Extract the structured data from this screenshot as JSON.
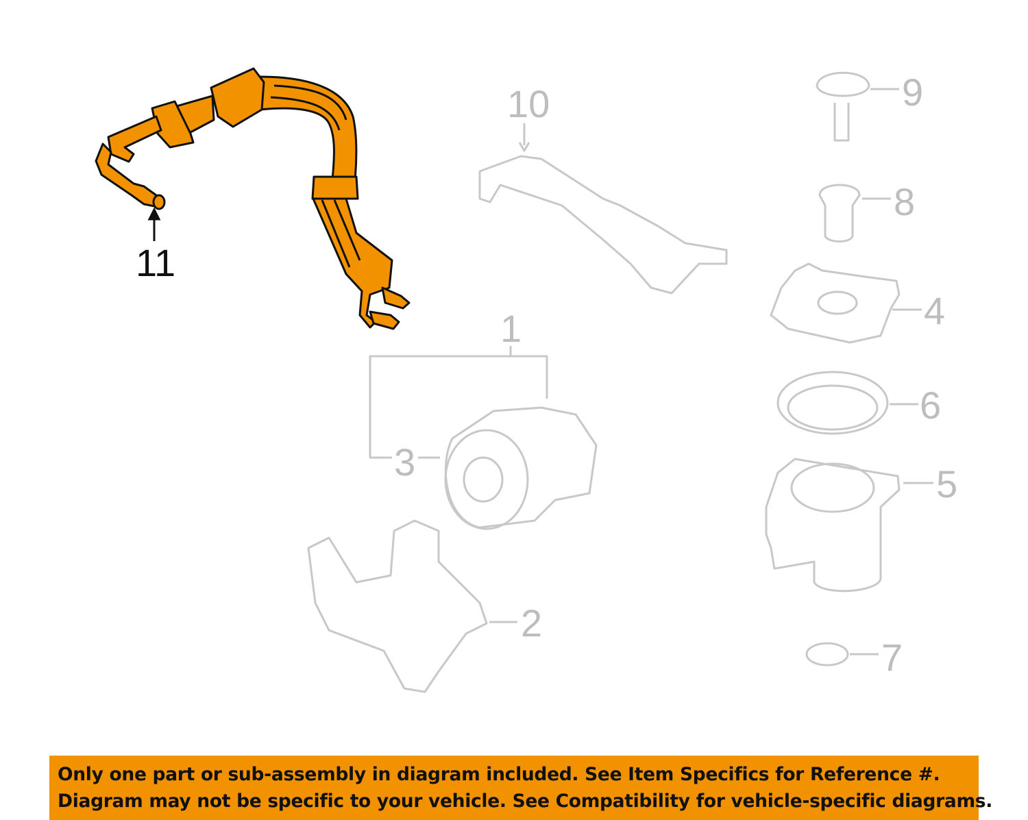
{
  "diagram": {
    "highlighted_part": "11",
    "callouts": [
      "11",
      "10",
      "9",
      "8",
      "4",
      "6",
      "5",
      "1",
      "3",
      "2",
      "7"
    ],
    "colors": {
      "highlight": "#f39200",
      "ghost": "#c8c8c8",
      "outline": "#111111"
    }
  },
  "banner": {
    "line1": "Only one part or sub-assembly in diagram included. See Item Specifics for Reference #.",
    "line2": "Diagram may not be specific to your vehicle. See Compatibility for vehicle-specific diagrams."
  }
}
